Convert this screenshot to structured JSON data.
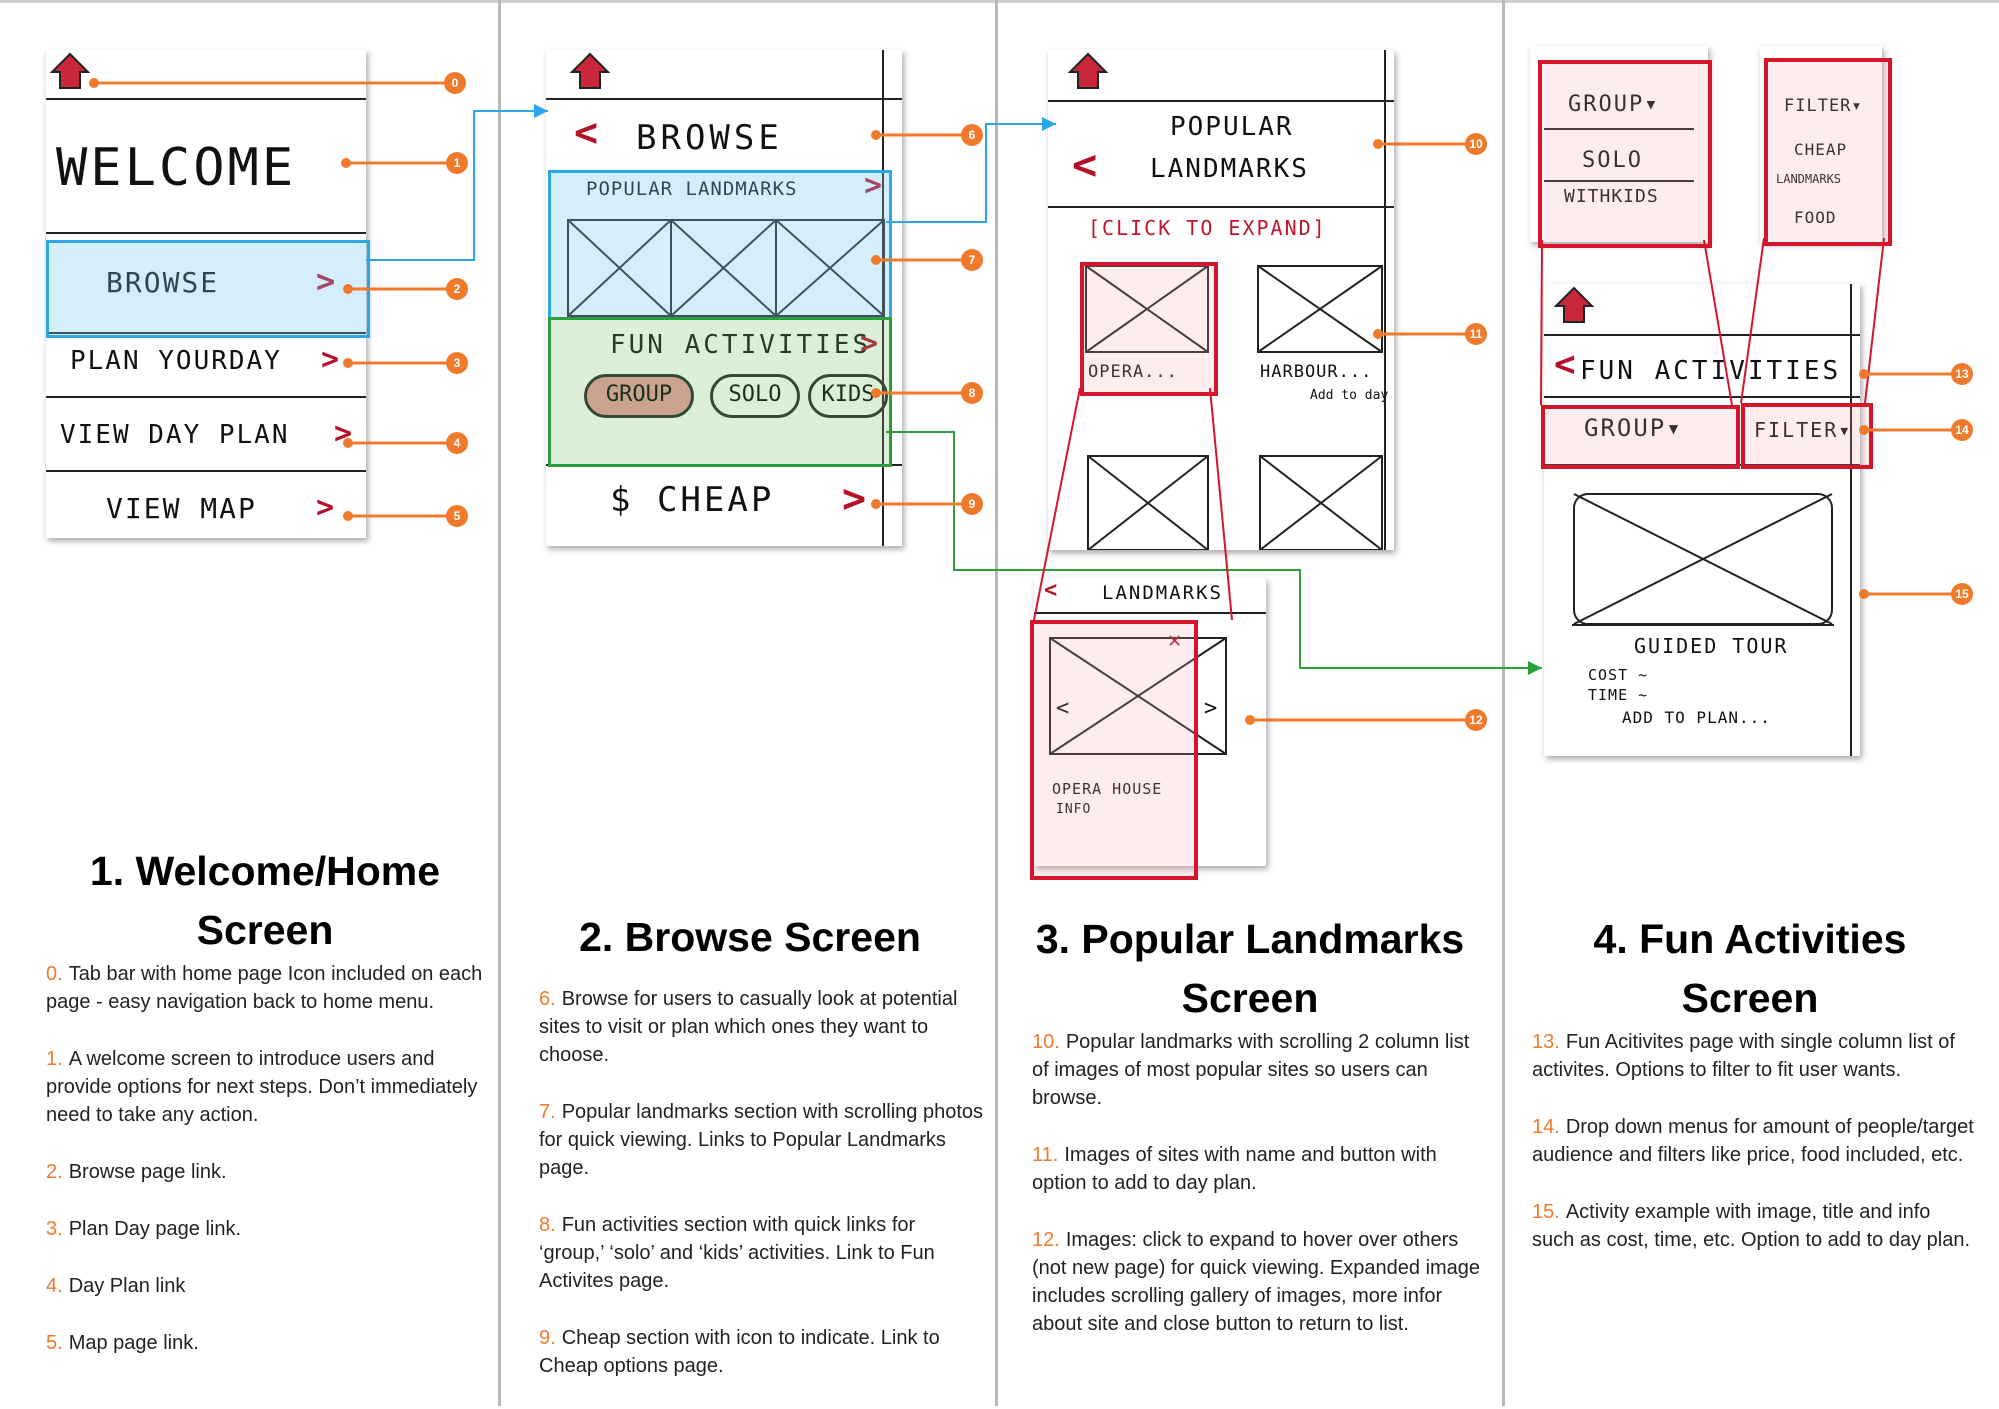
{
  "colors": {
    "callout": "#f07a2c",
    "link_blue": "#2aa7e6",
    "link_green": "#2b9f3a",
    "highlight_red": "#d4152b",
    "chevron": "#b5122a"
  },
  "callouts": [
    "0",
    "1",
    "2",
    "3",
    "4",
    "5",
    "6",
    "7",
    "8",
    "9",
    "10",
    "11",
    "12",
    "13",
    "14",
    "15"
  ],
  "sections": [
    {
      "title": "1. Welcome/Home Screen",
      "sketch": {
        "home_icon": "home-icon",
        "welcome": "WELCOME",
        "browse": "BROWSE",
        "plan_your_day": "PLAN YOURDAY",
        "view_day_plan": "VIEW DAY PLAN",
        "view_map": "VIEW MAP"
      },
      "notes": [
        {
          "num": "0.",
          "text": "Tab bar with home page Icon included on each page - easy navigation back to home menu."
        },
        {
          "num": "1.",
          "text": "A welcome screen to introduce users and provide options for next steps. Don’t immediately need to take any action."
        },
        {
          "num": "2.",
          "text": "Browse page link."
        },
        {
          "num": "3.",
          "text": "Plan Day page link."
        },
        {
          "num": "4.",
          "text": "Day Plan link"
        },
        {
          "num": "5.",
          "text": "Map page link."
        }
      ]
    },
    {
      "title": "2. Browse Screen",
      "sketch": {
        "browse": "BROWSE",
        "popular_landmarks": "POPULAR LANDMARKS",
        "fun_activities": "FUN ACTIVITIES",
        "group": "GROUP",
        "solo": "SOLO",
        "kids": "KIDS",
        "cheap": "$ CHEAP"
      },
      "notes": [
        {
          "num": "6.",
          "text": "Browse for users to casually look at potential sites to visit or plan which ones they want to choose."
        },
        {
          "num": "7.",
          "text": "Popular landmarks section with scrolling photos for quick viewing. Links to Popular Landmarks page."
        },
        {
          "num": "8.",
          "text": "Fun activities section with quick links for ‘group,’ ‘solo’ and ‘kids’ activities. Link to Fun Activites page."
        },
        {
          "num": "9.",
          "text": "Cheap section with icon to indicate. Link to Cheap options page."
        }
      ]
    },
    {
      "title": "3. Popular Landmarks Screen",
      "sketch": {
        "heading_line1": "POPULAR",
        "heading_line2": "LANDMARKS",
        "expand_hint": "[CLICK TO EXPAND]",
        "opera": "OPERA...",
        "harbour": "HARBOUR...",
        "add_to_day": "Add to day",
        "expanded_heading": "LANDMARKS",
        "opera_house": "OPERA HOUSE",
        "info": "INFO"
      },
      "notes": [
        {
          "num": "10.",
          "text": "Popular landmarks with scrolling 2 column list of images of most popular sites so users can browse."
        },
        {
          "num": "11.",
          "text": "Images of sites with name and button with option to add to day plan."
        },
        {
          "num": "12.",
          "text": "Images: click to expand to hover over others (not new page) for quick viewing. Expanded image includes scrolling gallery of images, more infor about site and close button to return to list."
        }
      ]
    },
    {
      "title": "4. Fun Activities Screen",
      "sketch": {
        "group_menu": [
          "GROUP▾",
          "SOLO",
          "WITHKIDS"
        ],
        "filter_menu": [
          "FILTER▾",
          "CHEAP",
          "LANDMARKS",
          "FOOD"
        ],
        "heading": "FUN ACTIVITIES",
        "group": "GROUP▾",
        "filter": "FILTER▾",
        "guided_tour": "GUIDED TOUR",
        "cost": "COST ~",
        "time": "TIME ~",
        "add_to_plan": "ADD TO PLAN..."
      },
      "notes": [
        {
          "num": "13.",
          "text": "Fun Acitivites page with single column list of activites. Options to filter to fit user wants."
        },
        {
          "num": "14.",
          "text": "Drop down menus for amount of people/target audience and filters like price, food included, etc."
        },
        {
          "num": "15.",
          "text": "Activity example with image, title and info such as cost, time, etc. Option to add to day plan."
        }
      ]
    }
  ]
}
